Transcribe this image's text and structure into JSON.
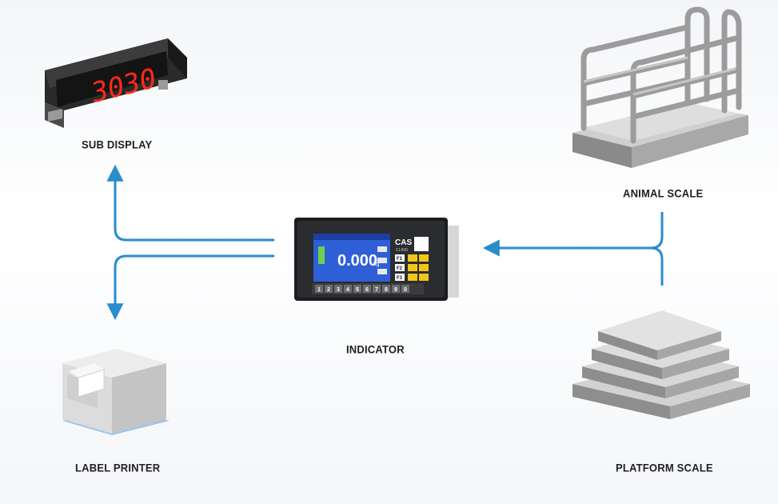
{
  "labels": {
    "sub_display": "SUB DISPLAY",
    "animal_scale": "ANIMAL SCALE",
    "indicator": "INDICATOR",
    "label_printer": "LABEL PRINTER",
    "platform_scale": "PLATFORM SCALE"
  },
  "sub_display": {
    "digits": "3030"
  },
  "indicator": {
    "brand": "CAS",
    "model": "CI-600",
    "weight": "0.000",
    "unit": "kg",
    "keys": [
      "1",
      "2",
      "3",
      "4",
      "5",
      "6",
      "7",
      "8",
      "9",
      "0"
    ],
    "fkeys": [
      "F1",
      "F2",
      "F3"
    ]
  },
  "colors": {
    "arrow": "#2b8ccc",
    "led": "#ff2a1a",
    "lcd": "#2e5fd6"
  }
}
